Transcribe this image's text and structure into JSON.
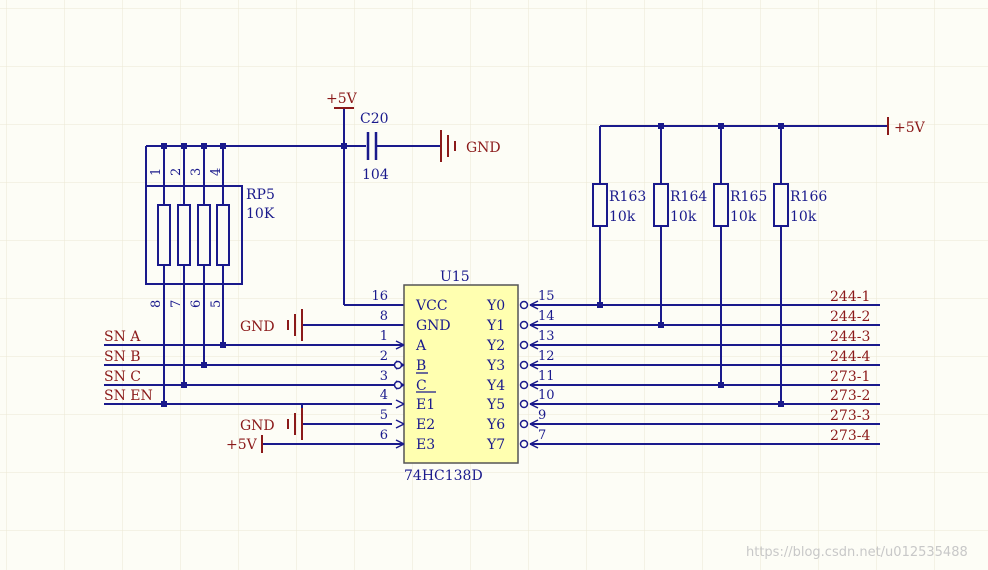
{
  "power": {
    "vcc_top": "+5V",
    "vcc_right": "+5V",
    "vcc_left": "+5V"
  },
  "ground": {
    "gnd_cap": "GND",
    "gnd_pin8": "GND",
    "gnd_e2": "GND"
  },
  "capacitor": {
    "ref": "C20",
    "value": "104"
  },
  "resistor_pack": {
    "ref": "RP5",
    "value": "10K",
    "top_pins": [
      "1",
      "2",
      "3",
      "4"
    ],
    "bottom_pins": [
      "8",
      "7",
      "6",
      "5"
    ]
  },
  "pullups": [
    {
      "ref": "R163",
      "value": "10k"
    },
    {
      "ref": "R164",
      "value": "10k"
    },
    {
      "ref": "R165",
      "value": "10k"
    },
    {
      "ref": "R166",
      "value": "10k"
    }
  ],
  "ic": {
    "ref": "U15",
    "part": "74HC138D",
    "left_pins": [
      {
        "num": "16",
        "name": "VCC"
      },
      {
        "num": "8",
        "name": "GND"
      },
      {
        "num": "1",
        "name": "A"
      },
      {
        "num": "2",
        "name": "B"
      },
      {
        "num": "3",
        "name": "C"
      },
      {
        "num": "4",
        "name": "E1"
      },
      {
        "num": "5",
        "name": "E2"
      },
      {
        "num": "6",
        "name": "E3"
      }
    ],
    "right_pins": [
      {
        "num": "15",
        "name": "Y0"
      },
      {
        "num": "14",
        "name": "Y1"
      },
      {
        "num": "13",
        "name": "Y2"
      },
      {
        "num": "12",
        "name": "Y3"
      },
      {
        "num": "11",
        "name": "Y4"
      },
      {
        "num": "10",
        "name": "Y5"
      },
      {
        "num": "9",
        "name": "Y6"
      },
      {
        "num": "7",
        "name": "Y7"
      }
    ]
  },
  "inputs": [
    "SN A",
    "SN B",
    "SN C",
    "SN EN"
  ],
  "outputs": [
    "244-1",
    "244-2",
    "244-3",
    "244-4",
    "273-1",
    "273-2",
    "273-3",
    "273-4"
  ],
  "watermark": "https://blog.csdn.net/u012535488"
}
